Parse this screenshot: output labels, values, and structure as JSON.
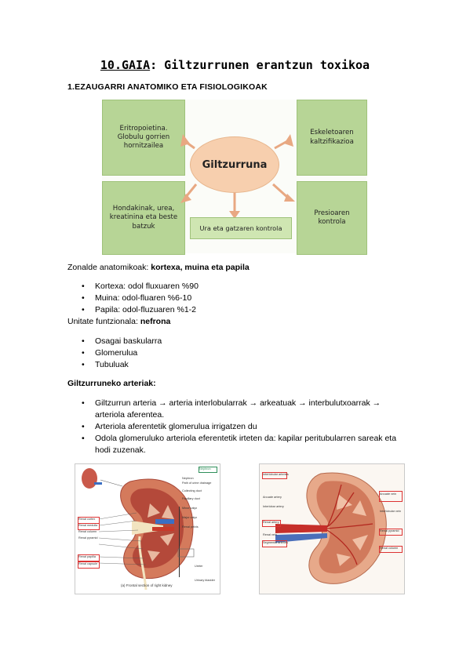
{
  "title": {
    "number": "10.GAIA",
    "rest": ": Giltzurrunen erantzun toxikoa"
  },
  "section_heading": "1.EZAUGARRI ANATOMIKO ETA FISIOLOGIKOAK",
  "diagram": {
    "center": "Giltzurruna",
    "top_left": "Eritropoietina. Globulu gorrien hornitzailea",
    "top_right": "Eskeletoaren kaltzifikazioa",
    "bottom_left": "Hondakinak, urea, kreatinina eta beste batzuk",
    "bottom_right": "Presioaren kontrola",
    "bottom_center": "Ura eta gatzaren kontrola"
  },
  "zonalde": {
    "label": "Zonalde anatomikoak: ",
    "value": "kortexa, muina eta papila"
  },
  "zonalde_items": [
    "Kortexa: odol fluxuaren %90",
    "Muina: odol-fluaren %6-10",
    "Papila: odol-fluzuaren %1-2"
  ],
  "unitate": {
    "label": "Unitate funtzionala: ",
    "value": "nefrona"
  },
  "unitate_items": [
    "Osagai baskularra",
    "Glomerulua",
    "Tubuluak"
  ],
  "arteriak_heading": "Giltzurruneko arteriak:",
  "arteriak_items": [
    "Giltzurrun arteria → arteria interlobularrak → arkeatuak → interbulutxoarrak → arteriola aferentea.",
    "Arteriola aferentetik glomerulua irrigatzen du",
    "Odola glomeruluko arteriola eferentetik irteten da: kapilar peritubularren sareak eta hodi zuzenak."
  ],
  "figure_left": {
    "top_tag": "Nephron",
    "caption": "(a) Frontal section of right kidney",
    "labels_right": [
      "Nephron",
      "Path of urine drainage",
      "Collecting duct",
      "Papillary duct",
      "Minor calyx",
      "Major calyx",
      "Renal pelvis",
      "Ureter",
      "Urinary bladder"
    ],
    "labels_left": [
      "Renal cortex",
      "Renal medulla",
      "Renal column",
      "Renal pyramid",
      "Renal papilla",
      "Renal capsule"
    ]
  },
  "figure_right": {
    "labels_left": [
      "Interlobular arteries",
      "Arcuate artery",
      "Interlobar artery",
      "Renal artery",
      "Renal vein",
      "Segmental arteries"
    ],
    "labels_right": [
      "Arcuate vein",
      "Interlobular vein",
      "Renal pyramid",
      "Renal column"
    ]
  }
}
